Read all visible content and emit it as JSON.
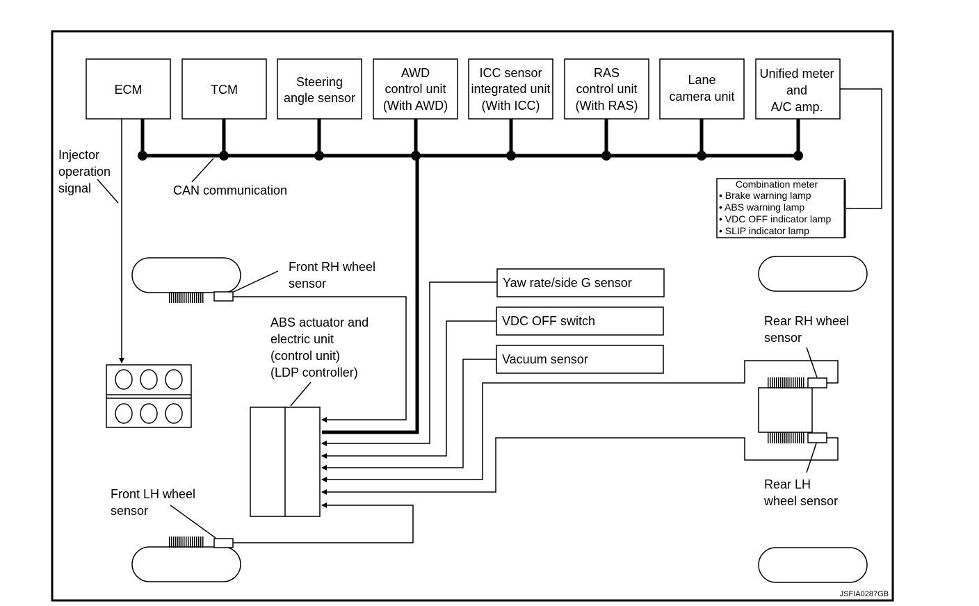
{
  "modules": {
    "ecm": [
      "ECM"
    ],
    "tcm": [
      "TCM"
    ],
    "steering": [
      "Steering",
      "angle sensor"
    ],
    "awd": [
      "AWD",
      "control unit",
      "(With AWD)"
    ],
    "icc": [
      "ICC sensor",
      "integrated unit",
      "(With ICC)"
    ],
    "ras": [
      "RAS",
      "control unit",
      "(With RAS)"
    ],
    "lane": [
      "Lane",
      "camera unit"
    ],
    "meter": [
      "Unified meter",
      "and",
      "A/C amp."
    ]
  },
  "signals": {
    "injector": [
      "Injector",
      "operation",
      "signal"
    ],
    "can": "CAN communication"
  },
  "combination_meter": {
    "title": "Combination meter",
    "items": [
      "• Brake warning lamp",
      "• ABS warning lamp",
      "• VDC OFF indicator lamp",
      "• SLIP indicator lamp"
    ]
  },
  "sensors": {
    "front_rh": [
      "Front RH wheel",
      "sensor"
    ],
    "front_lh": [
      "Front LH wheel",
      "sensor"
    ],
    "rear_rh": [
      "Rear RH wheel",
      "sensor"
    ],
    "rear_lh": [
      "Rear LH",
      "wheel sensor"
    ],
    "yaw": "Yaw rate/side G sensor",
    "vdc": "VDC OFF switch",
    "vacuum": "Vacuum sensor"
  },
  "abs_unit": [
    "ABS actuator and",
    "electric unit",
    "(control unit)",
    "(LDP controller)"
  ],
  "figure_id": "JSFIA0287GB"
}
